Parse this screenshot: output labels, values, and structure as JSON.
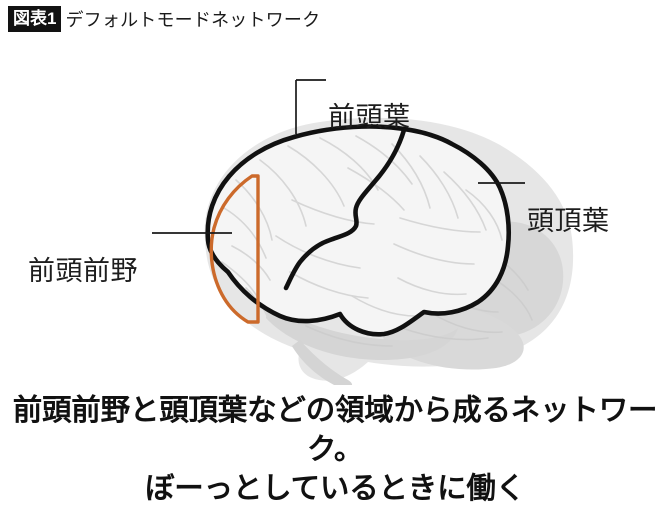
{
  "header": {
    "badge": "図表1",
    "title": "デフォルトモードネットワーク"
  },
  "diagram": {
    "name": "lateral-brain-default-mode-network",
    "labels": {
      "frontal_lobe": "前頭葉",
      "parietal_lobe": "頭頂葉",
      "prefrontal_cortex": "前頭前野"
    },
    "colors": {
      "highlight_orange": "#CC6A2B",
      "outline_black": "#111111",
      "brain_fill_light": "#F4F4F4",
      "brain_fill_gray": "#E2E2E2",
      "sulci_gray": "#CFCFCF",
      "leader_line": "#1a1a1a"
    }
  },
  "caption": {
    "line1": "前頭前野と頭頂葉などの領域から成るネットワーク。",
    "line2": "ぼーっとしているときに働く"
  }
}
